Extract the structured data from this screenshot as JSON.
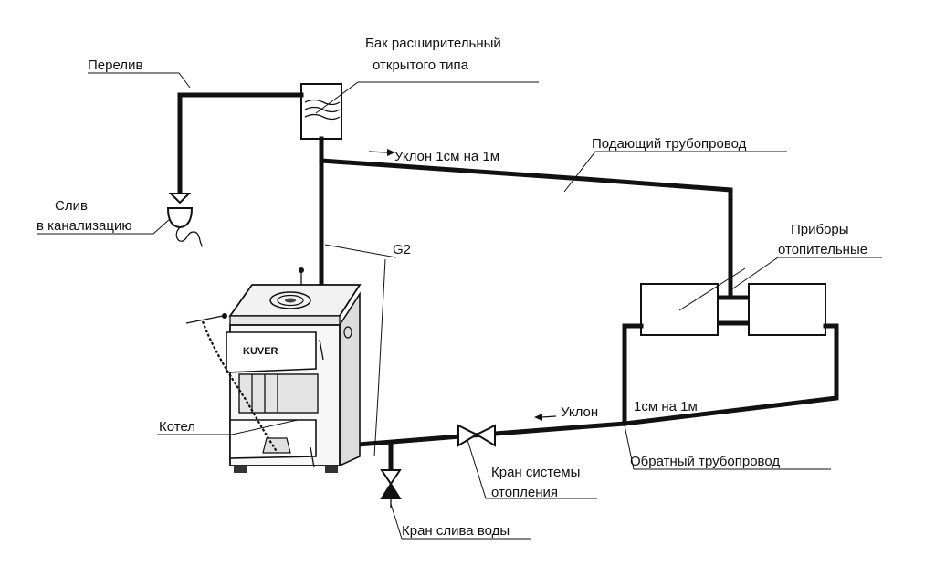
{
  "labels": {
    "tank_line1": "Бак расширительный",
    "tank_line2": "открытого типа",
    "overflow": "Перелив",
    "drain_line1": "Слив",
    "drain_line2": "в канализацию",
    "slope_supply": "Уклон 1см на 1м",
    "supply_pipe": "Подающий трубопровод",
    "g2": "G2",
    "radiators_line1": "Приборы",
    "radiators_line2": "отопительные",
    "boiler": "Котел",
    "slope_return_a": "Уклон",
    "slope_return_b": "1см на 1м",
    "return_pipe": "Обратный трубопровод",
    "valve_line1": "Кран системы",
    "valve_line2": "отопления",
    "drain_valve": "Кран слива воды",
    "brand": "KUVER"
  },
  "colors": {
    "line": "#111111",
    "background": "#ffffff",
    "boiler_fill": "#f2f2f2"
  },
  "icons": [
    "arrow-right-icon",
    "arrow-left-icon",
    "funnel-icon",
    "valve-icon"
  ]
}
